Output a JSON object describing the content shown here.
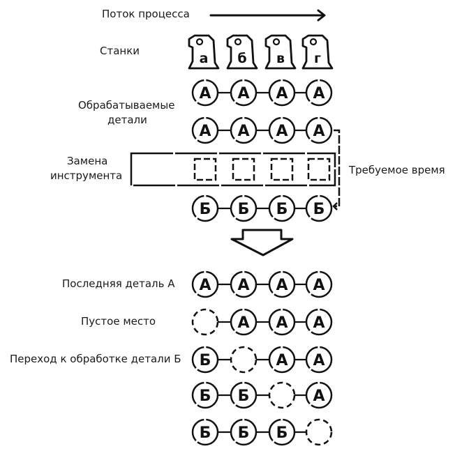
{
  "labels": {
    "process_flow": "Поток процесса",
    "machines": "Станки",
    "parts_line1": "Обрабатываемые",
    "parts_line2": "детали",
    "tool_change_line1": "Замена",
    "tool_change_line2": "инструмента",
    "required_time": "Требуемое время",
    "last_part_a": "Последняя деталь А",
    "empty_slot": "Пустое место",
    "switch_to_b": "Переход к обработке детали Б"
  },
  "machines": [
    "а",
    "б",
    "в",
    "г"
  ],
  "rows_before": [
    {
      "name": "parts-row-1",
      "slots": [
        "А",
        "А",
        "А",
        "А"
      ]
    },
    {
      "name": "parts-row-2",
      "slots": [
        "А",
        "А",
        "А",
        "А"
      ]
    },
    {
      "name": "tool-change-row",
      "slots": [
        "tool",
        "tool",
        "tool",
        "tool"
      ]
    },
    {
      "name": "parts-row-b",
      "slots": [
        "Б",
        "Б",
        "Б",
        "Б"
      ]
    }
  ],
  "rows_after": [
    {
      "name": "last-part-a-row",
      "slots": [
        "А",
        "А",
        "А",
        "А"
      ]
    },
    {
      "name": "empty-slot-row",
      "slots": [
        "",
        "А",
        "А",
        "А"
      ]
    },
    {
      "name": "switch-row-1",
      "slots": [
        "Б",
        "",
        "А",
        "А"
      ]
    },
    {
      "name": "switch-row-2",
      "slots": [
        "Б",
        "Б",
        "",
        "А"
      ]
    },
    {
      "name": "switch-row-3",
      "slots": [
        "Б",
        "Б",
        "Б",
        ""
      ]
    }
  ]
}
